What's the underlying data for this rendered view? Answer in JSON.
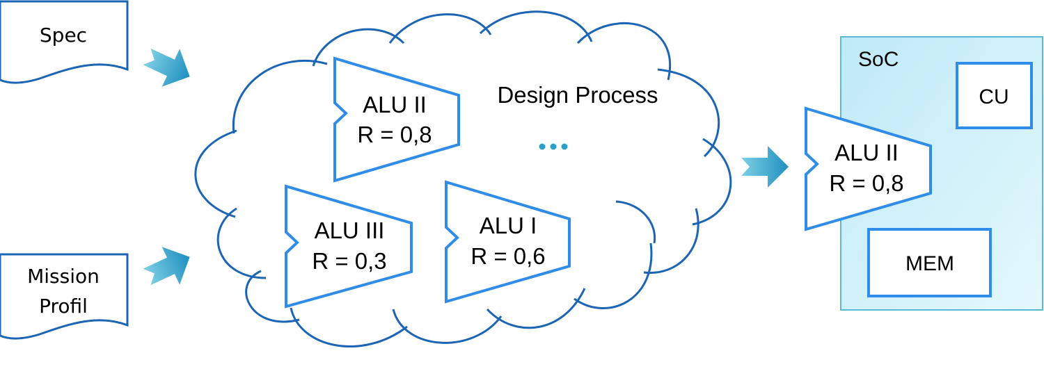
{
  "inputs": {
    "spec_label": "Spec",
    "mission_label_line1": "Mission",
    "mission_label_line2": "Profil"
  },
  "cloud": {
    "title": "Design Process",
    "ellipsis": "..."
  },
  "alus": {
    "alu_ii": {
      "name": "ALU II",
      "reliability": "R = 0,8"
    },
    "alu_iii": {
      "name": "ALU III",
      "reliability": "R = 0,3"
    },
    "alu_i": {
      "name": "ALU I",
      "reliability": "R = 0,6"
    }
  },
  "soc": {
    "title": "SoC",
    "cu_label": "CU",
    "mem_label": "MEM",
    "alu_name": "ALU II",
    "alu_reliability": "R = 0,8"
  },
  "colors": {
    "outline_dark_blue": "#1c64b4",
    "alu_blue": "#2f8ce8",
    "arrow_teal": "#2aa0c8",
    "soc_fill": "#d2f3fb",
    "soc_border": "#5cb8d2"
  }
}
